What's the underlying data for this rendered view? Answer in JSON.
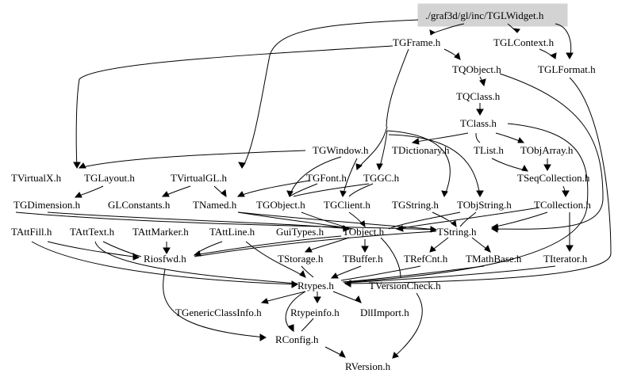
{
  "root": "./graf3d/gl/inc/TGLWidget.h",
  "style": {
    "root_fill": "#d3d3d3",
    "node_text": "#000000",
    "edge": "#000000",
    "background": "#ffffff"
  },
  "nodes": {
    "n_root": "./graf3d/gl/inc/TGLWidget.h",
    "n_tgframe": "TGFrame.h",
    "n_tglcontext": "TGLContext.h",
    "n_tqobject": "TQObject.h",
    "n_tglformat": "TGLFormat.h",
    "n_tqclass": "TQClass.h",
    "n_tclass": "TClass.h",
    "n_tgwindow": "TGWindow.h",
    "n_tdictionary": "TDictionary.h",
    "n_tlist": "TList.h",
    "n_tobjarray": "TObjArray.h",
    "n_tvirtualx": "TVirtualX.h",
    "n_tglayout": "TGLayout.h",
    "n_tvirtualgl": "TVirtualGL.h",
    "n_tgfont": "TGFont.h",
    "n_tggc": "TGGC.h",
    "n_tseqcollection": "TSeqCollection.h",
    "n_tgdimension": "TGDimension.h",
    "n_glconstants": "GLConstants.h",
    "n_tnamed": "TNamed.h",
    "n_tgobject": "TGObject.h",
    "n_tgclient": "TGClient.h",
    "n_tgstring": "TGString.h",
    "n_tobjstring": "TObjString.h",
    "n_tcollection": "TCollection.h",
    "n_tattfill": "TAttFill.h",
    "n_tatttext": "TAttText.h",
    "n_tattmarker": "TAttMarker.h",
    "n_tattline": "TAttLine.h",
    "n_guitypes": "GuiTypes.h",
    "n_tobject": "TObject.h",
    "n_tstring": "TString.h",
    "n_riosfwd": "Riosfwd.h",
    "n_tstorage": "TStorage.h",
    "n_tbuffer": "TBuffer.h",
    "n_trefcnt": "TRefCnt.h",
    "n_tmathbase": "TMathBase.h",
    "n_titerator": "TIterator.h",
    "n_rtypes": "Rtypes.h",
    "n_tversioncheck": "TVersionCheck.h",
    "n_tgenericclassinfo": "TGenericClassInfo.h",
    "n_rtypeinfo": "Rtypeinfo.h",
    "n_dllimport": "DllImport.h",
    "n_rconfig": "RConfig.h",
    "n_rversion": "RVersion.h"
  }
}
